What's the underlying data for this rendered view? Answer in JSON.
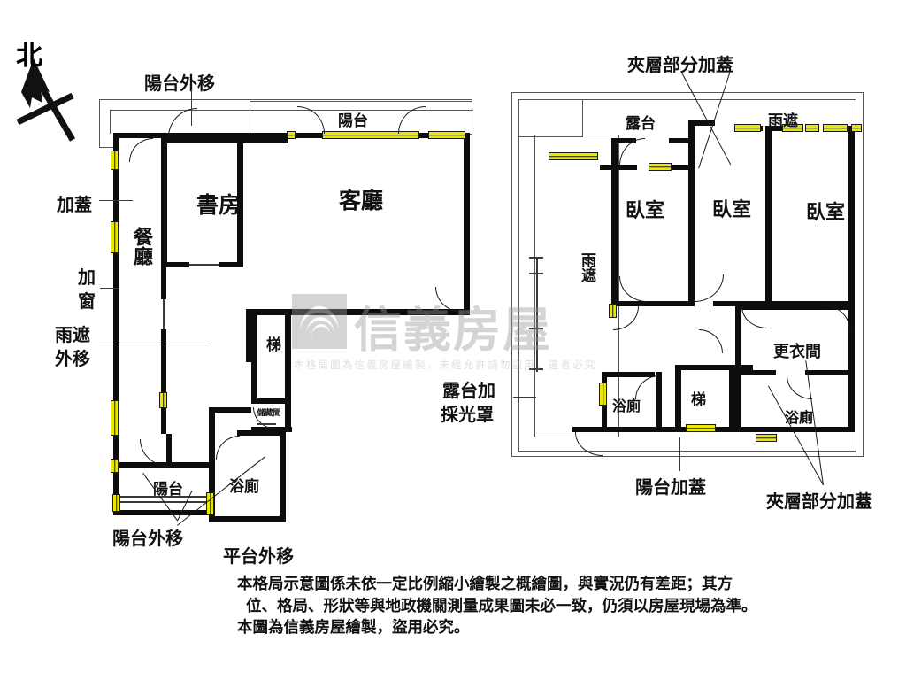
{
  "meta": {
    "title": "房屋格局示意圖",
    "orientation_label": "北"
  },
  "watermark": {
    "brand": "信義房屋",
    "notice": "本格局圖為信義房屋繪製，未經允許請勿盜用，違者必究"
  },
  "colors": {
    "wall": "#0d0d0d",
    "window": "#ebe800",
    "window_border": "#1a1a1a",
    "outline": "#555555",
    "watermark": "#9a9a9a",
    "background": "#ffffff"
  },
  "left_plan": {
    "rooms": [
      {
        "key": "dining",
        "label": "餐廳"
      },
      {
        "key": "study",
        "label": "書房"
      },
      {
        "key": "living",
        "label": "客廳"
      },
      {
        "key": "balcony_top",
        "label": "陽台"
      },
      {
        "key": "stairs",
        "label": "梯"
      },
      {
        "key": "storage",
        "label": "儲藏間"
      },
      {
        "key": "balcony_bot",
        "label": "陽台"
      },
      {
        "key": "bathroom",
        "label": "浴廁"
      }
    ],
    "annotations": [
      {
        "key": "balcony-relocate-top",
        "label": "陽台外移"
      },
      {
        "key": "roofed",
        "label": "加蓋"
      },
      {
        "key": "windowed",
        "label": "加窗"
      },
      {
        "key": "eave-relocate",
        "label": "雨遮外移"
      },
      {
        "key": "balcony-relocate-bot",
        "label": "陽台外移"
      },
      {
        "key": "platform-relocate",
        "label": "平台外移"
      }
    ]
  },
  "right_plan": {
    "rooms": [
      {
        "key": "bedroom-1",
        "label": "臥室"
      },
      {
        "key": "bedroom-2",
        "label": "臥室"
      },
      {
        "key": "bedroom-3",
        "label": "臥室"
      },
      {
        "key": "terrace",
        "label": "露台"
      },
      {
        "key": "eave-left",
        "label": "雨遮"
      },
      {
        "key": "eave-top",
        "label": "雨遮"
      },
      {
        "key": "bathroom-1",
        "label": "浴廁"
      },
      {
        "key": "bathroom-2",
        "label": "浴廁"
      },
      {
        "key": "stairs",
        "label": "梯"
      },
      {
        "key": "closet",
        "label": "更衣間"
      }
    ],
    "annotations": [
      {
        "key": "mezzanine-roofed-top",
        "label": "夾層部分加蓋"
      },
      {
        "key": "mezzanine-roofed-bottom",
        "label": "夾層部分加蓋"
      },
      {
        "key": "balcony-roofed",
        "label": "陽台加蓋"
      },
      {
        "key": "terrace-skylight",
        "label": "露台加\n採光罩"
      },
      {
        "key": "terrace-skylight-l1",
        "label": "露台加"
      },
      {
        "key": "terrace-skylight-l2",
        "label": "採光罩"
      }
    ]
  },
  "disclaimer": {
    "line1": "本格局示意圖係未依一定比例縮小繪製之概繪圖，與實況仍有差距；其方",
    "line2": "位、格局、形狀等與地政機關測量成果圖未必一致，仍須以房屋現場為準。",
    "line3": "本圖為信義房屋繪製，盜用必究。"
  }
}
